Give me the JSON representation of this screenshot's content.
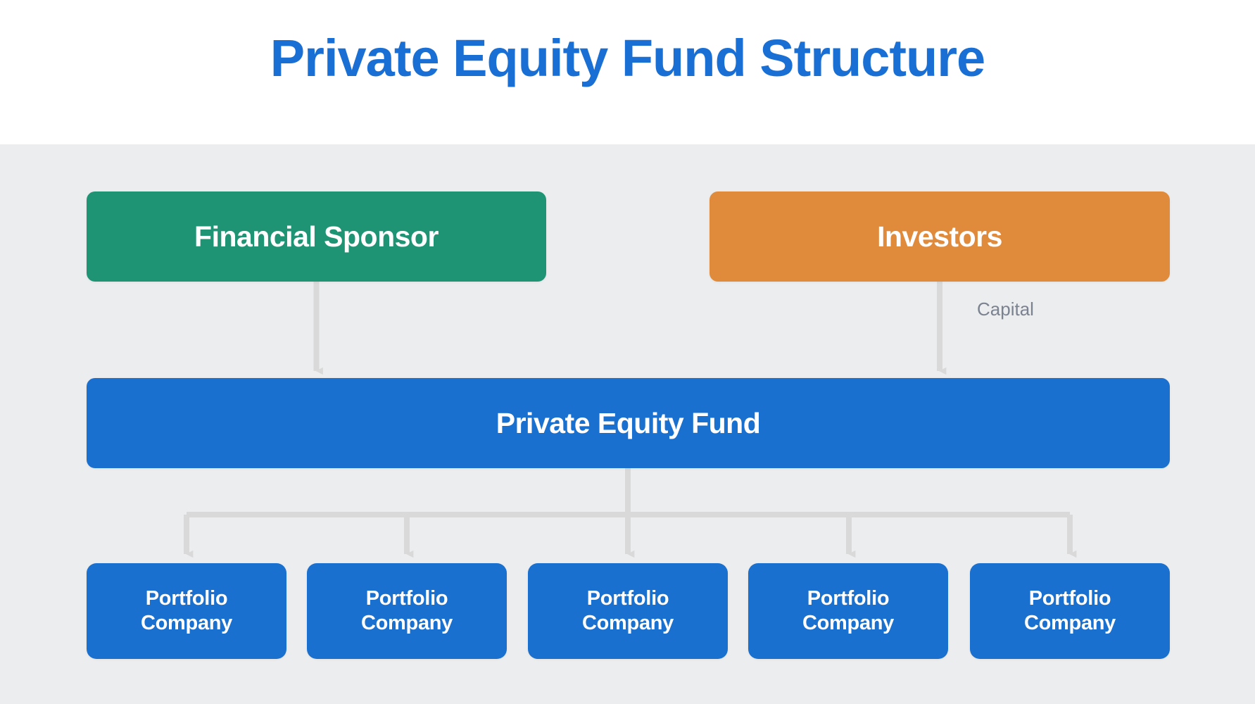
{
  "header": {
    "title": "Private Equity Fund Structure",
    "title_color": "#1a6fd4",
    "background": "#ffffff"
  },
  "canvas": {
    "background": "#ecedef",
    "connector_color": "#d9d9d9"
  },
  "diagram": {
    "type": "hierarchy-flowchart",
    "nodes": [
      {
        "id": "financial-sponsor",
        "label": "Financial Sponsor",
        "color": "#1f9474",
        "level": 0
      },
      {
        "id": "investors",
        "label": "Investors",
        "color": "#e08b3c",
        "level": 0
      },
      {
        "id": "private-equity-fund",
        "label": "Private Equity Fund",
        "color": "#1a70cf",
        "level": 1
      }
    ],
    "portfolio_companies": [
      {
        "id": "portfolio-company-1",
        "label_line1": "Portfolio",
        "label_line2": "Company",
        "color": "#1a70cf"
      },
      {
        "id": "portfolio-company-2",
        "label_line1": "Portfolio",
        "label_line2": "Company",
        "color": "#1a70cf"
      },
      {
        "id": "portfolio-company-3",
        "label_line1": "Portfolio",
        "label_line2": "Company",
        "color": "#1a70cf"
      },
      {
        "id": "portfolio-company-4",
        "label_line1": "Portfolio",
        "label_line2": "Company",
        "color": "#1a70cf"
      },
      {
        "id": "portfolio-company-5",
        "label_line1": "Portfolio",
        "label_line2": "Company",
        "color": "#1a70cf"
      }
    ],
    "edges": [
      {
        "id": "edge-sponsor-fund",
        "from": "financial-sponsor",
        "to": "private-equity-fund",
        "label": ""
      },
      {
        "id": "edge-investors-fund",
        "from": "investors",
        "to": "private-equity-fund",
        "label": "Capital"
      },
      {
        "id": "edge-fund-portfolios",
        "from": "private-equity-fund",
        "to": "portfolio-companies",
        "label": ""
      }
    ],
    "edge_labels": {
      "capital": "Capital",
      "capital_color": "#7b8290"
    }
  }
}
